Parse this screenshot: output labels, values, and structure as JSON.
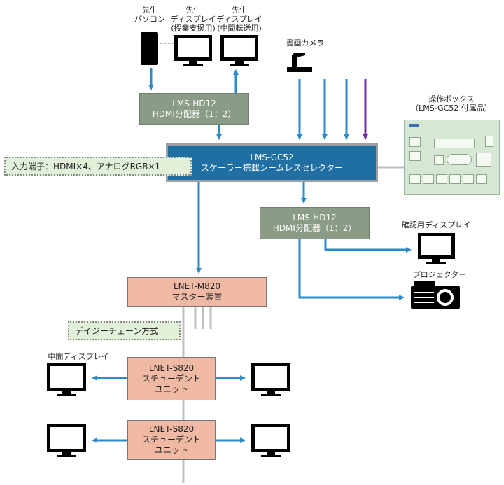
{
  "labels": {
    "teacher_pc": [
      "先生",
      "パソコン"
    ],
    "teacher_display_teaching": [
      "先生",
      "ディスプレイ",
      "(授業支援用)"
    ],
    "teacher_display_relay": [
      "先生",
      "ディスプレイ",
      "(中間転送用)"
    ],
    "document_camera": "書画カメラ",
    "control_box": [
      "操作ボックス",
      "（LMS-GC52 付属品）"
    ],
    "confirm_display": "確認用ディスプレイ",
    "projector": "プロジェクター",
    "middle_display": "中間ディスプレイ"
  },
  "boxes": {
    "splitter_top": [
      "LMS-HD12",
      "HDMI分配器（1：2）"
    ],
    "selector": [
      "LMS-GC52",
      "スケーラー搭載シームレスセレクター"
    ],
    "splitter_bottom": [
      "LMS-HD12",
      "HDMI分配器（1：2）"
    ],
    "master": [
      "LNET-M820",
      "マスター装置"
    ],
    "student_1": [
      "LNET-S820",
      "スチューデント",
      "ユニット"
    ],
    "student_2": [
      "LNET-S820",
      "スチューデント",
      "ユニット"
    ]
  },
  "notes": {
    "input_terminals": "入力端子：HDMI×4、アナログRGB×1",
    "daisy_chain": "デイジーチェーン方式"
  },
  "colors": {
    "arrow_blue": "#2b8bc8",
    "arrow_purple": "#7030a0",
    "line_grey": "#bfbfbf",
    "box_blue": "#1f6fa3",
    "box_grey": "#8a9b86",
    "box_pink": "#efb9a4",
    "note_green": "#e2efd9"
  }
}
